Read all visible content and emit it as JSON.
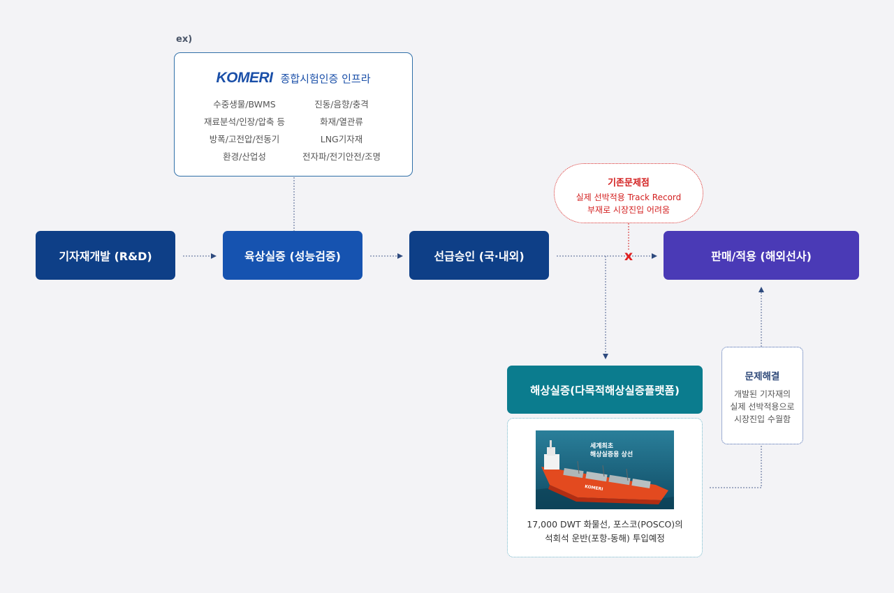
{
  "example_label": "ex)",
  "infra": {
    "logo": "KOMERI",
    "title": "종합시험인증 인프라",
    "left_items": [
      "수중생물/BWMS",
      "재료분석/인장/압축 등",
      "방폭/고전압/전동기",
      "환경/산업성"
    ],
    "right_items": [
      "진동/음향/충격",
      "화재/열관류",
      "LNG기자재",
      "전자파/전기안전/조명"
    ]
  },
  "steps": [
    {
      "label": "기자재개발 (R&D)"
    },
    {
      "label": "육상실증 (성능검증)"
    },
    {
      "label": "선급승인 (국·내외)"
    },
    {
      "label": "판매/적용 (해외선사)"
    }
  ],
  "problem": {
    "title": "기존문제점",
    "line1": "실제 선박적용 Track Record",
    "line2": "부재로 시장진입 어려움"
  },
  "sea": {
    "title": "해상실증(다목적해상실증플랫폼)",
    "image_text_1": "세계최초",
    "image_text_2": "해상실증용 상선",
    "ship_hull_text": "KOMERI",
    "caption_line1": "17,000 DWT 화물선, 포스코(POSCO)의",
    "caption_line2": "석회석 운반(포항-동해) 투입예정"
  },
  "solution": {
    "title": "문제해결",
    "line1": "개발된 기자재의",
    "line2": "실제 선박적용으로",
    "line3": "시장진입 수월함"
  },
  "blocked_mark": "x",
  "colors": {
    "navy": "#0e3f87",
    "blue": "#1653b0",
    "purple": "#4a3ab6",
    "teal": "#0b7c8e",
    "problem_red": "#d32020"
  }
}
